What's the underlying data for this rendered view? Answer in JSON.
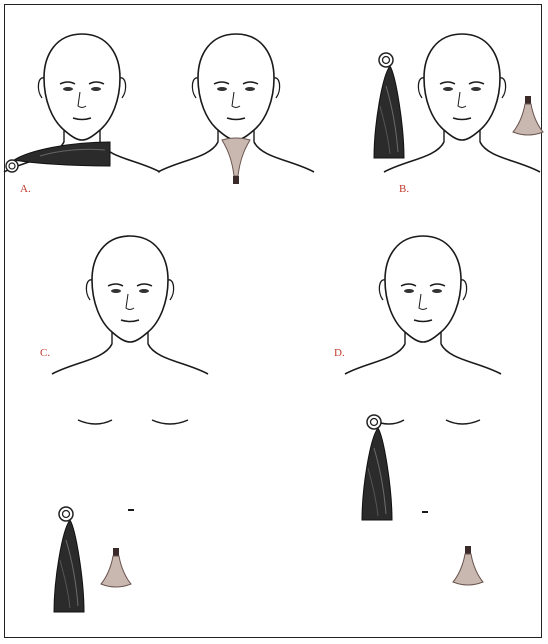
{
  "panels": [
    {
      "id": "A",
      "label": "A."
    },
    {
      "id": "B",
      "label": "B."
    },
    {
      "id": "C",
      "label": "C."
    },
    {
      "id": "D",
      "label": "D."
    }
  ],
  "colors": {
    "frame": "#222222",
    "line": "#1a1a1a",
    "label": "#c0392b",
    "artifact_dark": "#2b2b2b",
    "artifact_light": "#c9b8b0"
  },
  "icons": {
    "figure": "human-head-shoulders",
    "wedge": "dark-triangular-pendant-with-spiral",
    "cone": "flared-cone-pendant"
  }
}
